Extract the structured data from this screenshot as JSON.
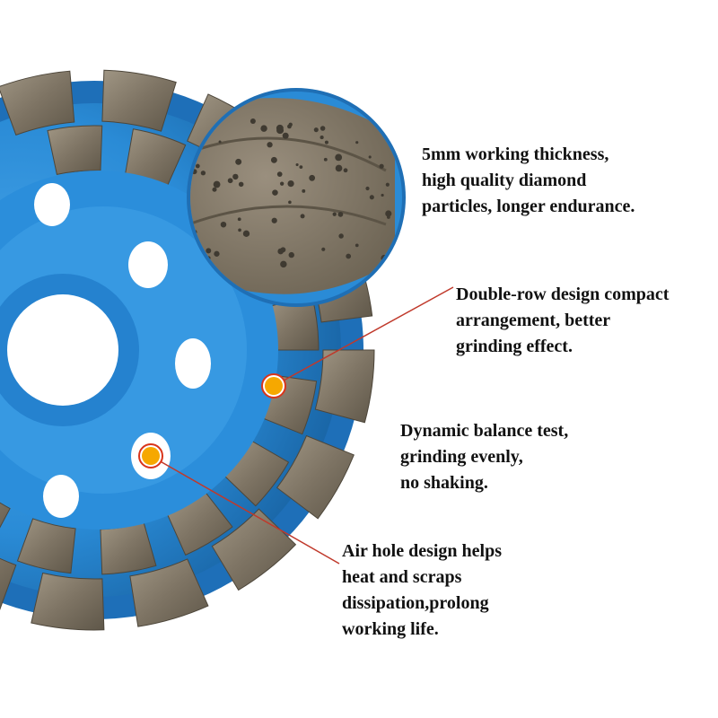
{
  "callouts": [
    {
      "lines": [
        "5mm working thickness,",
        "high quality diamond",
        "particles, longer endurance."
      ]
    },
    {
      "lines": [
        "Double-row design compact",
        "arrangement, better",
        "grinding effect."
      ]
    },
    {
      "lines": [
        "Dynamic balance test,",
        "grinding evenly,",
        "no shaking."
      ]
    },
    {
      "lines": [
        "Air hole design helps",
        "heat and scraps",
        "dissipation,prolong",
        "working life."
      ]
    }
  ],
  "colors": {
    "wheel_blue": "#2a8bd6",
    "wheel_dark": "#1a5f9c",
    "segment": "#8a7f6f",
    "marker": "#f6a800",
    "leader": "#c0392b"
  },
  "icons": [
    "diamond-cup-wheel",
    "zoom-detail-circle",
    "callout-marker"
  ]
}
